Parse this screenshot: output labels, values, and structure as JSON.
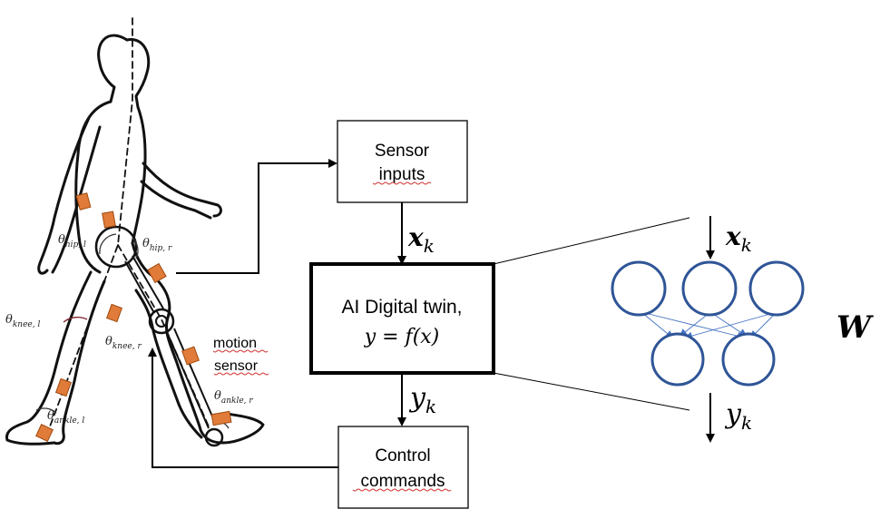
{
  "sensor_box": {
    "line1": "Sensor",
    "line2": "inputs"
  },
  "digital_twin_box": {
    "line1": "AI Digital twin,",
    "equation": "y = f(x)"
  },
  "control_box": {
    "line1": "Control",
    "line2": "commands"
  },
  "motion_sensor_label": {
    "line1": "motion",
    "line2": "sensor"
  },
  "signals": {
    "input_symbol": "x",
    "input_sub": "k",
    "output_symbol": "y",
    "output_sub": "k"
  },
  "neural_net": {
    "weights_symbol": "W",
    "input_symbol": "x",
    "input_sub": "k",
    "output_symbol": "y",
    "output_sub": "k"
  },
  "joint_angles": {
    "hip_left": {
      "symbol": "θ",
      "sub": "hip, l"
    },
    "hip_right": {
      "symbol": "θ",
      "sub": "hip, r"
    },
    "knee_left": {
      "symbol": "θ",
      "sub": "knee, l"
    },
    "knee_right": {
      "symbol": "θ",
      "sub": "knee, r"
    },
    "ankle_left": {
      "symbol": "θ",
      "sub": "ankle, l"
    },
    "ankle_right": {
      "symbol": "θ",
      "sub": "ankle, r"
    }
  },
  "colors": {
    "node_stroke": "#2f5597",
    "edge": "#4472c4",
    "sensor_pad": "#e07b39",
    "box_stroke": "#000000"
  }
}
